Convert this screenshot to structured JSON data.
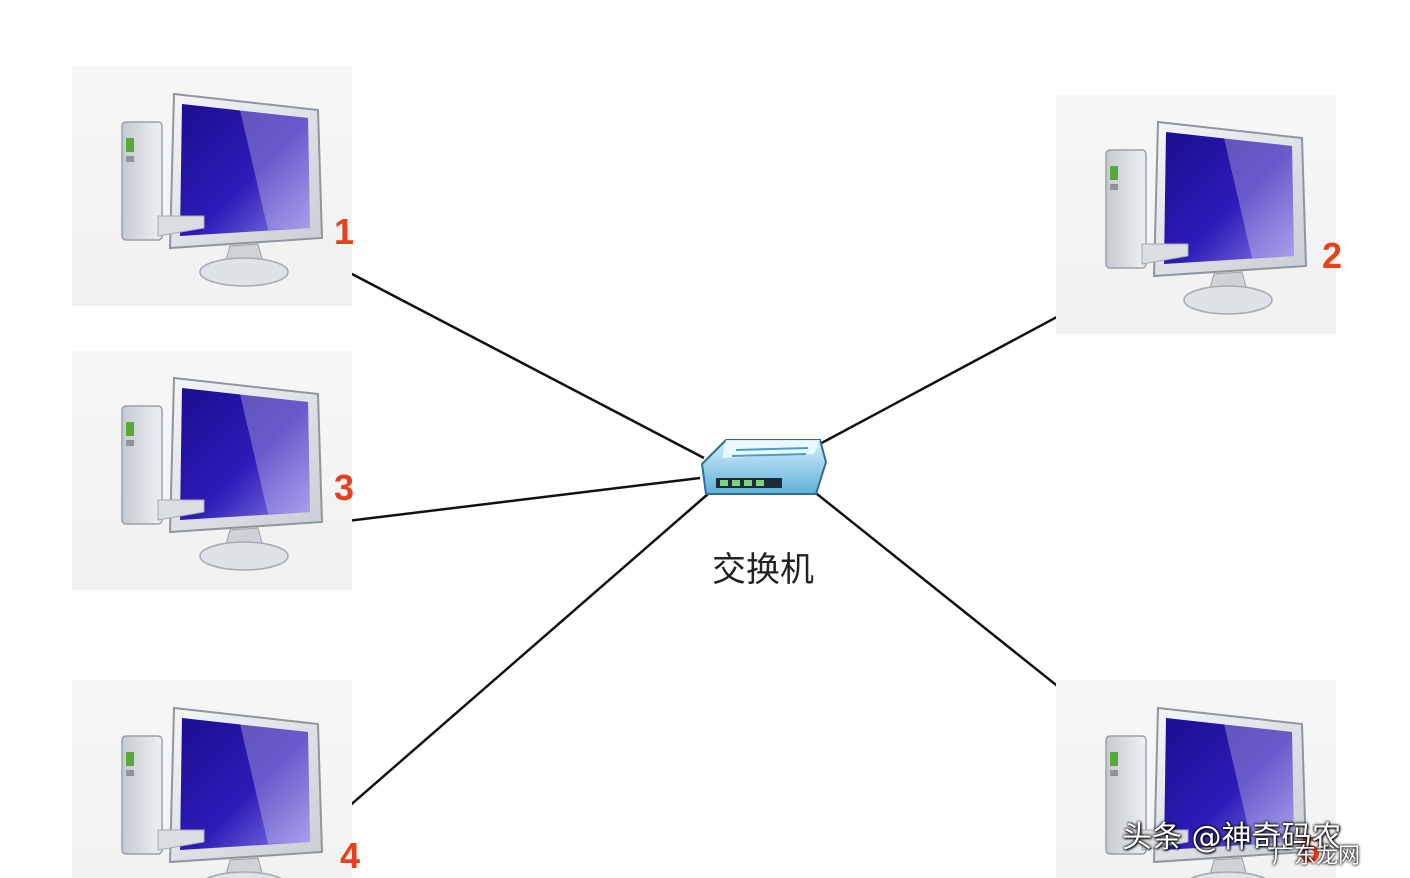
{
  "switch": {
    "label": "交换机",
    "icon": "network-switch-icon"
  },
  "computers": [
    {
      "id": "pc-1",
      "label": "1",
      "icon": "desktop-computer-icon"
    },
    {
      "id": "pc-2",
      "label": "2",
      "icon": "desktop-computer-icon"
    },
    {
      "id": "pc-3",
      "label": "3",
      "icon": "desktop-computer-icon"
    },
    {
      "id": "pc-4",
      "label": "4",
      "icon": "desktop-computer-icon"
    },
    {
      "id": "pc-5",
      "label": "5",
      "icon": "desktop-computer-icon"
    }
  ],
  "watermark": {
    "text": "头条 @神奇码农",
    "subtext": "广东龙网"
  },
  "colors": {
    "label": "#e8401c",
    "link": "#111111",
    "screen": "#2a1aa6"
  }
}
